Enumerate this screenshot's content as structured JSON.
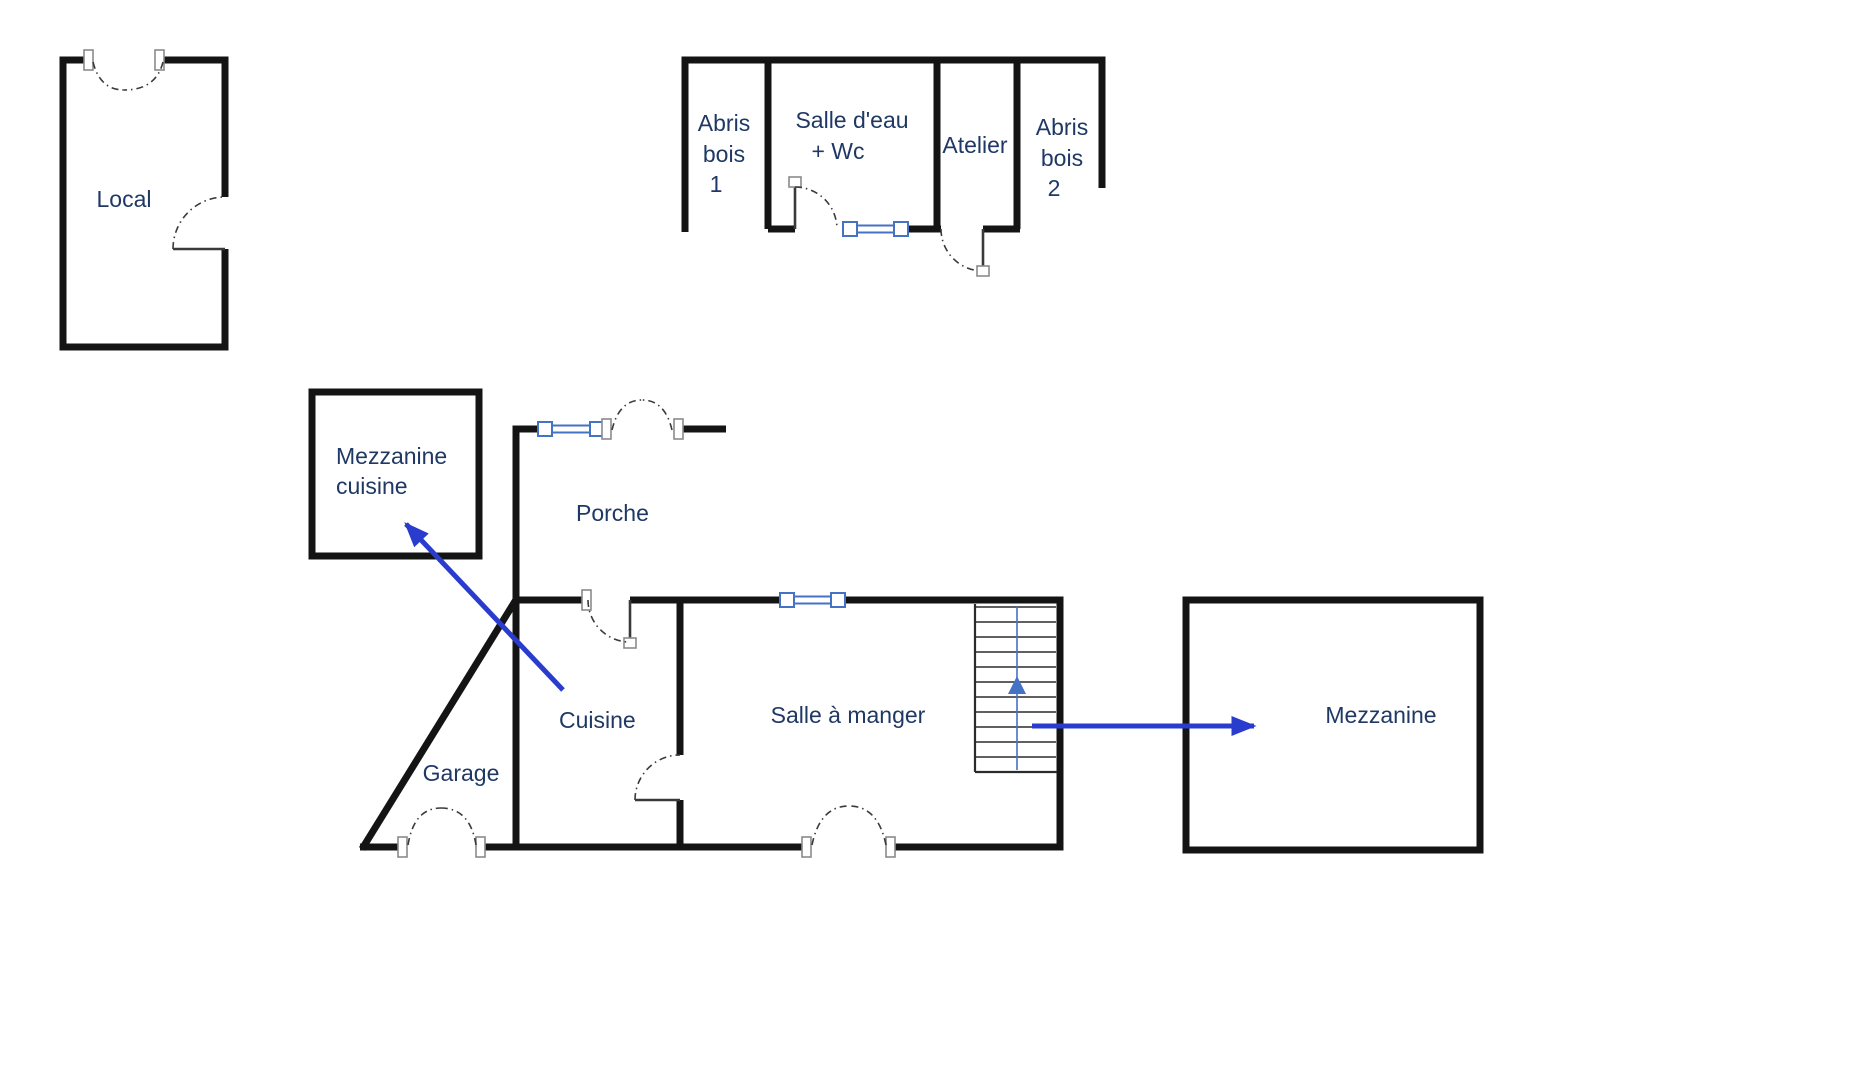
{
  "colors": {
    "wall": "#141414",
    "label": "#1f3864",
    "arrow": "#2a3ccd",
    "stair_arrow": "#4472c4",
    "window_frame": "#4472c4",
    "door": "#3a3a3a",
    "post_border": "#8a8a8a"
  },
  "rooms": {
    "local": {
      "label": "Local"
    },
    "abris_bois_1": {
      "lines": [
        "Abris",
        "bois",
        "1"
      ]
    },
    "salle_deau_wc": {
      "lines": [
        "Salle d'eau",
        "+ Wc"
      ]
    },
    "atelier": {
      "label": "Atelier"
    },
    "abris_bois_2": {
      "lines": [
        "Abris",
        "bois",
        "2"
      ]
    },
    "mezzanine_cuisine": {
      "lines": [
        "Mezzanine",
        "cuisine"
      ]
    },
    "porche": {
      "label": "Porche"
    },
    "cuisine": {
      "label": "Cuisine"
    },
    "salle_a_manger": {
      "label": "Salle à manger"
    },
    "garage": {
      "label": "Garage"
    },
    "mezzanine": {
      "label": "Mezzanine"
    }
  }
}
